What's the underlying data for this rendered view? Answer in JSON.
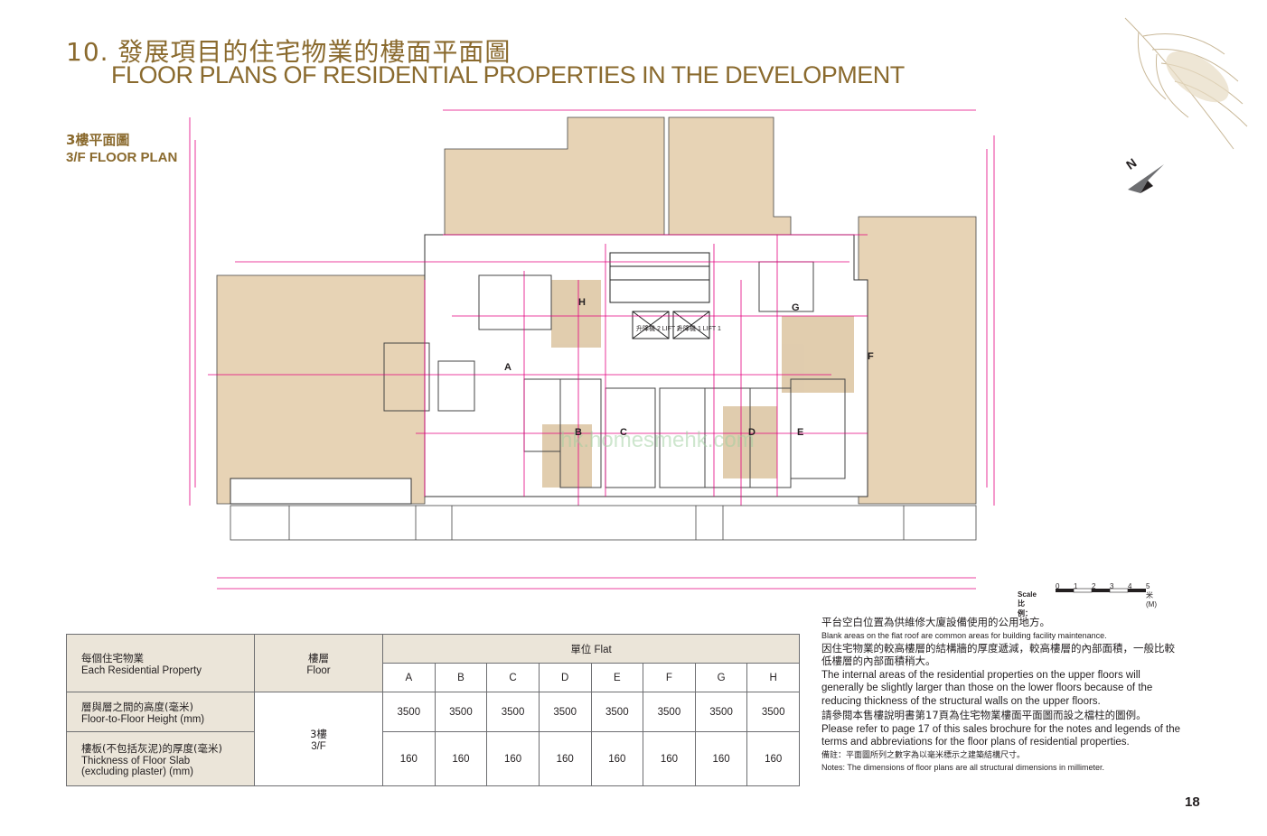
{
  "header": {
    "title_zh": "10. 發展項目的住宅物業的樓面平面圖",
    "title_en": "FLOOR PLANS OF RESIDENTIAL PROPERTIES IN THE DEVELOPMENT",
    "floor_zh": "3樓平面圖",
    "floor_en": "3/F FLOOR PLAN"
  },
  "plan": {
    "flats": [
      "A",
      "B",
      "C",
      "D",
      "E",
      "F",
      "G",
      "H"
    ],
    "lift1": "升降機 1 LIFT 1",
    "lift2": "升降機 2 LIFT 2",
    "watermark": "hk.homesmehk.com"
  },
  "scale": {
    "label": "Scale 比例：",
    "ticks": [
      "0",
      "1",
      "2",
      "3",
      "4",
      "5米(M)"
    ]
  },
  "table": {
    "col1_zh": "每個住宅物業",
    "col1_en": "Each Residential Property",
    "col2_zh": "樓層",
    "col2_en": "Floor",
    "flat_header": "單位 Flat",
    "flats": [
      "A",
      "B",
      "C",
      "D",
      "E",
      "F",
      "G",
      "H"
    ],
    "row1_zh": "層與層之間的高度(毫米)",
    "row1_en": "Floor-to-Floor Height (mm)",
    "row1_values": [
      "3500",
      "3500",
      "3500",
      "3500",
      "3500",
      "3500",
      "3500",
      "3500"
    ],
    "row2_zh": "樓板(不包括灰泥)的厚度(毫米)",
    "row2_en1": "Thickness of Floor Slab",
    "row2_en2": "(excluding plaster) (mm)",
    "row2_values": [
      "160",
      "160",
      "160",
      "160",
      "160",
      "160",
      "160",
      "160"
    ],
    "floor_zh": "3樓",
    "floor_en": "3/F"
  },
  "notes": {
    "n1_zh": "平台空白位置為供維修大廈設備使用的公用地方。",
    "n1_en": "Blank areas on the flat roof are common areas for building facility maintenance.",
    "n2_zh": "因住宅物業的較高樓層的結構牆的厚度遞減，較高樓層的內部面積，一般比較低樓層的內部面積稍大。",
    "n2_en": "The internal areas of the residential properties on the upper floors will generally be slightly larger than those on the lower floors because of the reducing thickness of the structural walls on the upper floors.",
    "n3_zh": "請參閱本售樓說明書第17頁為住宅物業樓面平面圖而設之檔柱的圖例。",
    "n3_en": "Please refer to page 17 of this sales brochure for the notes and legends of the terms and abbreviations for the floor plans of residential properties.",
    "n4_zh": "備註：平面圖所列之數字為以毫米標示之建築結構尺寸。",
    "n4_en": "Notes:  The dimensions of floor plans are all structural dimensions in millimeter."
  },
  "page_number": "18"
}
